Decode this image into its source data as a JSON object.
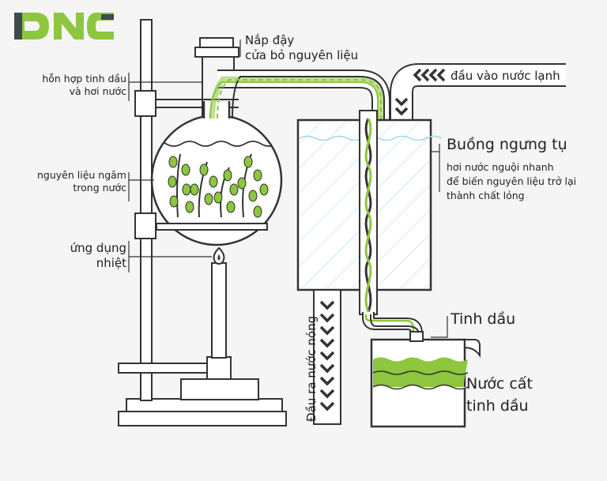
{
  "brand": {
    "logo_text": "DNC",
    "logo_color": "#8dc63f",
    "logo_dark": "#3d4a52"
  },
  "colors": {
    "line": "#333333",
    "green": "#8dc63f",
    "glass": "#ffffff",
    "water_line": "#9fd8e6"
  },
  "labels": {
    "lid": [
      "Nắp đậy",
      "cửa bỏ nguyên liệu"
    ],
    "mixture": [
      "hỗn hợp tinh dầu",
      "và hơi nước"
    ],
    "soaked": [
      "nguyên liệu ngâm",
      "trong nước"
    ],
    "heat": [
      "ứng dụng",
      "nhiệt"
    ],
    "cold_in": "đầu vào nước lạnh",
    "condenser_title": "Buồng ngưng tụ",
    "condenser_desc": [
      "hơi nước nguội nhanh",
      "để biến nguyên liệu trở lại",
      "thành chất lỏng"
    ],
    "hot_out": "Đầu ra nước nóng",
    "essential_oil": "Tinh dầu",
    "hydrosol": [
      "Nước cất",
      "tinh dầu"
    ]
  }
}
